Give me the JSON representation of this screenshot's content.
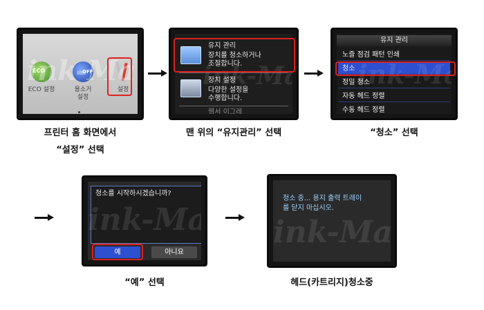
{
  "watermark": "ink-Man",
  "step1": {
    "icons": [
      {
        "label": "ECO 설정",
        "badge": "ECO",
        "icon": "eco-leaf-icon"
      },
      {
        "label": "용소거\n설정",
        "badge": "OFF",
        "icon": "quiet-mode-icon"
      },
      {
        "label": "설정",
        "badge": "",
        "icon": "tools-icon"
      }
    ],
    "caption_line1": "프린터 홈 화면에서",
    "caption_line2": "“설정” 선택"
  },
  "step2": {
    "item1_title": "유지 관리",
    "item1_desc_1": "장치를 청소하거나",
    "item1_desc_2": "조절합니다.",
    "item2_title": "장치 설정",
    "item2_desc_1": "다양한 설정을",
    "item2_desc_2": "수행합니다.",
    "item3_title": "웹서 이그레",
    "caption": "맨 위의 “유지관리” 선택"
  },
  "step3": {
    "title": "유지 관리",
    "items": [
      "노즐 점검 패턴 인쇄",
      "청소",
      "정밀 청소",
      "자동 헤드 정렬",
      "수동 헤드 정렬"
    ],
    "caption": "“청소” 선택"
  },
  "step4": {
    "question": "청소를 시작하시겠습니까?",
    "yes_label": "예",
    "no_label": "아니요",
    "caption": "“예” 선택"
  },
  "step5": {
    "message_1": "청소 중... 용지 출력 트레이",
    "message_2": "를 닫지 마십시오.",
    "caption": "헤드(카트리지)청소중"
  },
  "colors": {
    "highlight": "#e02020",
    "selection_blue": "#2d4fd0",
    "dialog_border": "#5b7cc7"
  }
}
